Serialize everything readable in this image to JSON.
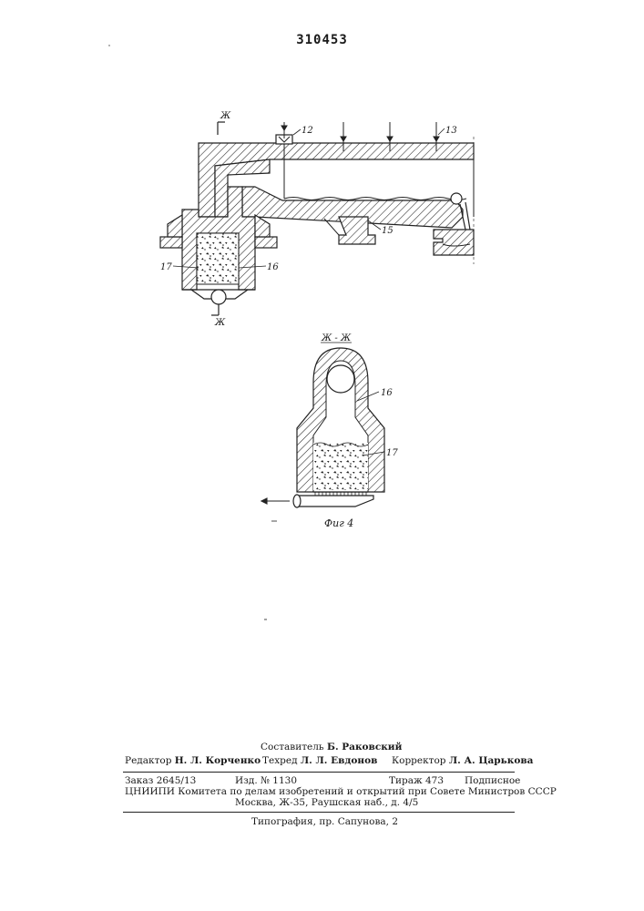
{
  "header": {
    "patent_number": "310453"
  },
  "figure": {
    "section_mark_top": "Ж",
    "section_mark_bottom": "Ж",
    "section_title": "Ж - Ж",
    "caption": "Фиг 4",
    "labels": {
      "l12": "12",
      "l13": "13",
      "l15": "15",
      "l16_top": "16",
      "l17_top": "17",
      "l16_section": "16",
      "l17_section": "17"
    }
  },
  "imprint": {
    "compiler_label": "Составитель",
    "compiler_name": "Б. Раковский",
    "editor_label": "Редактор",
    "editor_name": "Н. Л. Корченко",
    "techred_label": "Техред",
    "techred_name": "Л. Л. Евдонов",
    "corrector_label": "Корректор",
    "corrector_name": "Л. А. Царькова",
    "order": "Заказ 2645/13",
    "edition": "Изд. № 1130",
    "run": "Тираж 473",
    "subscription": "Подписное",
    "institute": "ЦНИИПИ Комитета  по  делам изобретений и открытий при Совете Министров СССР",
    "address": "Москва, Ж-35, Раушская наб., д. 4/5",
    "printing": "Типография, пр. Сапунова, 2"
  }
}
